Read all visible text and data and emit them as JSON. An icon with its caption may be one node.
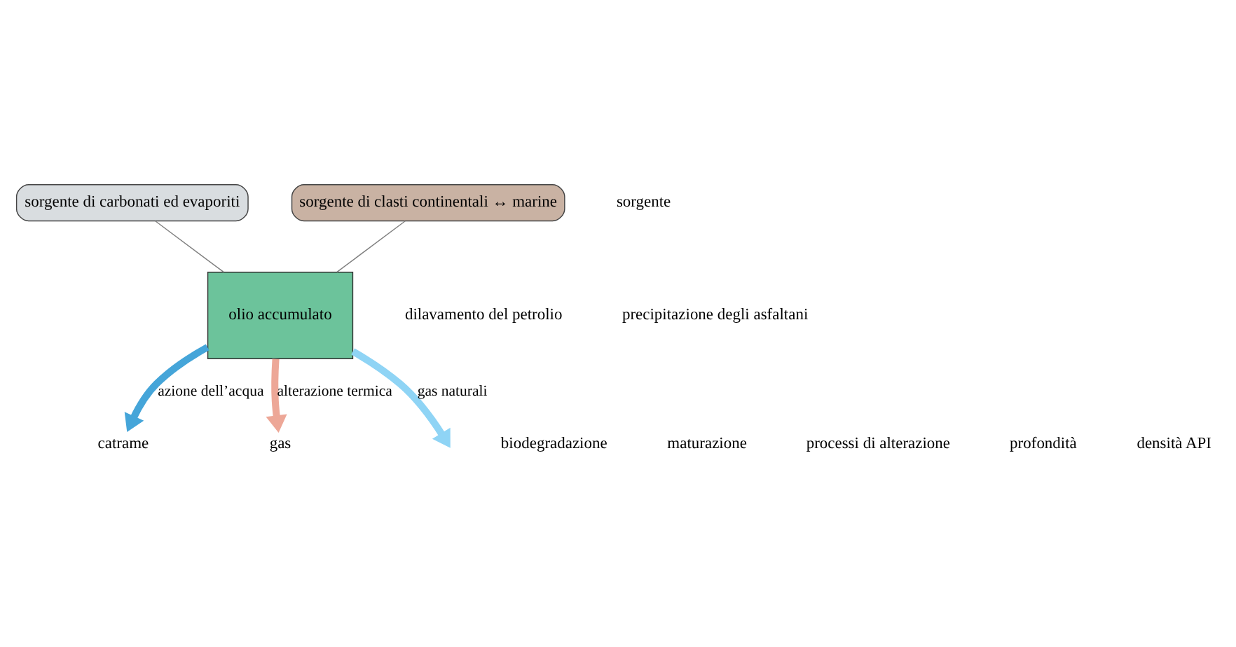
{
  "diagram": {
    "nodes": [
      {
        "text": [
          "sorgente di carbonati ed evaporiti"
        ]
      },
      {
        "text": [
          "sorgente di clasti continentali ↔ marine"
        ]
      },
      {
        "text": [
          "olio accumulato"
        ]
      },
      {
        "text": [
          "catrame"
        ]
      },
      {
        "text": [
          "gas"
        ]
      }
    ],
    "edges": [
      {
        "from": 0,
        "to": 2,
        "arrow": "none"
      },
      {
        "from": 1,
        "to": 2,
        "arrow": "none"
      },
      {
        "from": 2,
        "to": 3,
        "arrow": "to",
        "label": "azione dell’acqua",
        "color": "#45a5d9"
      },
      {
        "from": 2,
        "to": null,
        "arrow": "to",
        "label": "gas naturali",
        "color": "#8fd4f5"
      },
      {
        "from": 2,
        "to": 4,
        "arrow": "to",
        "label": "alterazione termica",
        "color": "#eda797"
      }
    ],
    "labels": [
      "sorgente",
      "dilavamento del petrolio",
      "precipitazione degli asfaltani",
      "biodegradazione",
      "maturazione",
      "processi di alterazione",
      "profondità",
      "densità API"
    ]
  }
}
